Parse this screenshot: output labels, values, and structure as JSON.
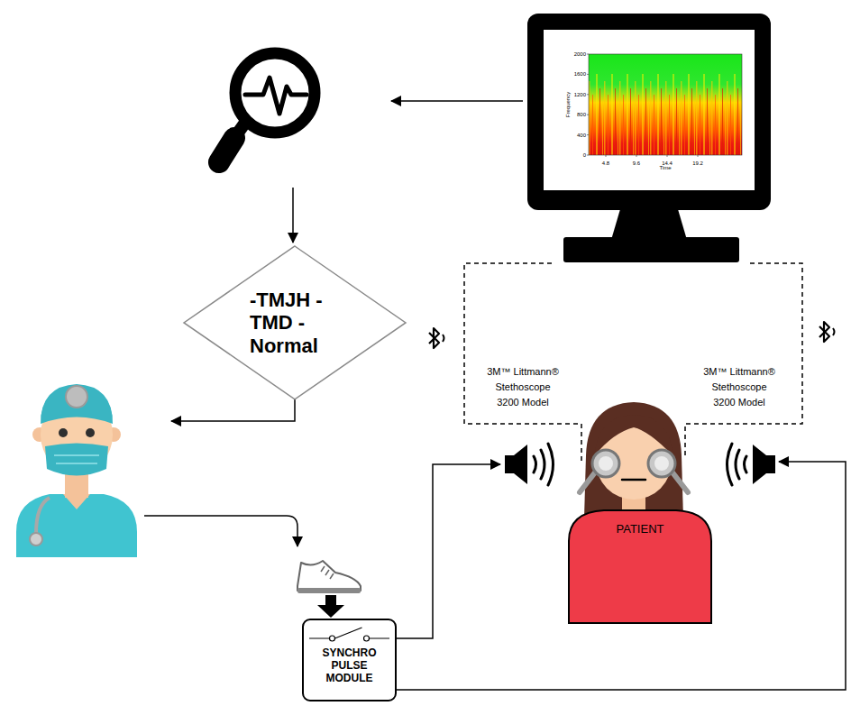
{
  "diagram": {
    "nodes": [
      {
        "text": [
          "-TMJH -TMD -Normal"
        ]
      },
      {
        "text": [
          "SYNCHRO PULSE MODULE"
        ]
      },
      {
        "text": [
          "PATIENT"
        ]
      }
    ],
    "labels": [
      "3M™ Littmann® Stethoscope 3200 Model",
      "3M™ Littmann® Stethoscope 3200 Model",
      "Frequency",
      "Time",
      "2000",
      "1600",
      "1200",
      "800",
      "400",
      "0",
      "4.8",
      "9.6",
      "14.4",
      "19.2"
    ]
  }
}
